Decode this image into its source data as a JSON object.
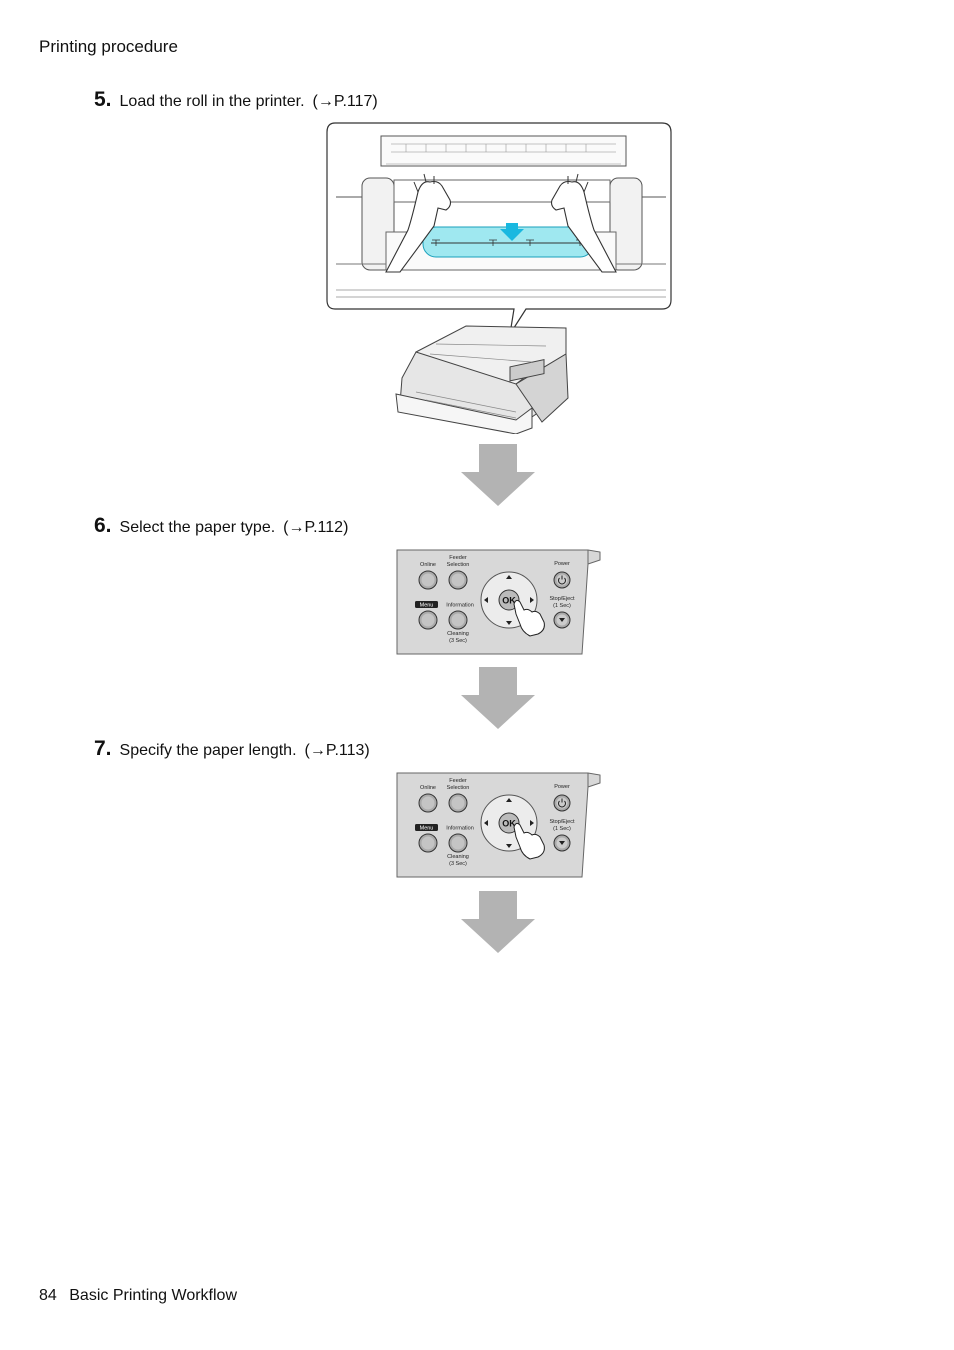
{
  "header": {
    "section": "Printing procedure"
  },
  "steps": [
    {
      "num": "5.",
      "text": "Load the roll in the printer.",
      "ref": "(→P.117)"
    },
    {
      "num": "6.",
      "text": "Select the paper type.",
      "ref": "(→P.112)"
    },
    {
      "num": "7.",
      "text": "Specify the paper length.",
      "ref": "(→P.113)"
    }
  ],
  "panel": {
    "online": "Online",
    "feeder_line1": "Feeder",
    "feeder_line2": "Selection",
    "menu": "Menu",
    "information": "Information",
    "cleaning_line1": "Cleaning",
    "cleaning_line2": "(3 Sec)",
    "ok": "OK",
    "power": "Power",
    "stop_line1": "Stop/Eject",
    "stop_line2": "(1 Sec)"
  },
  "footer": {
    "page": "84",
    "title": "Basic Printing Workflow"
  },
  "colors": {
    "arrow": "#b3b3b3",
    "highlight": "#9fe8f0",
    "accent_arrow": "#19b8e0",
    "panel_bg": "#d8d8d8"
  }
}
